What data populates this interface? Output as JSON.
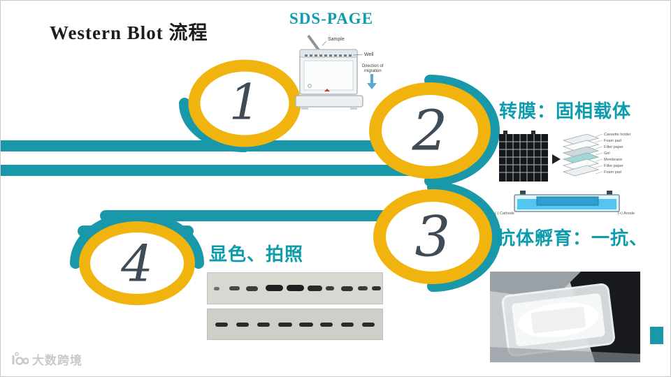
{
  "slide": {
    "title": "Western Blot 流程",
    "accent_teal": "#1898A8",
    "accent_gold": "#F1B30E"
  },
  "steps": [
    {
      "number": "1",
      "label": "SDS-PAGE"
    },
    {
      "number": "2",
      "label": "转膜：固相载体"
    },
    {
      "number": "3",
      "label": "抗体孵育：一抗、"
    },
    {
      "number": "4",
      "label": "显色、拍照"
    }
  ],
  "sds_page": {
    "labels": {
      "sample": "Sample",
      "well": "Well",
      "direction_1": "Direction of",
      "direction_2": "migration"
    }
  },
  "transfer": {
    "labels": [
      "Cassette holder",
      "Foam pad",
      "Filter paper",
      "Gel",
      "Membrane",
      "Filter paper",
      "Foam pad"
    ],
    "cathode": "(-) Cathode",
    "anode": "(+) Anode"
  },
  "watermark": {
    "text": "大数跨境"
  }
}
